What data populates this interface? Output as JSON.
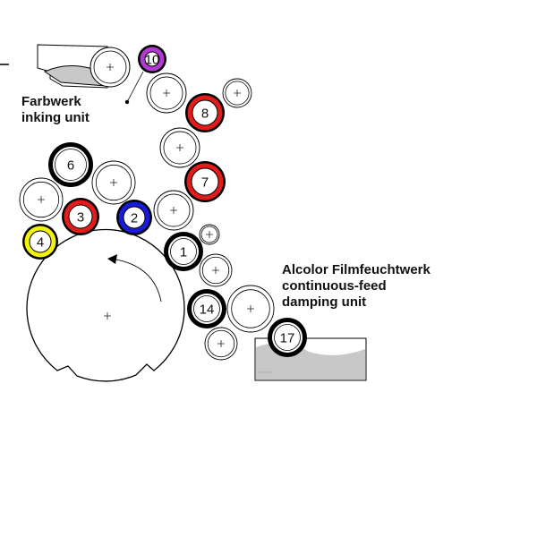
{
  "labels": {
    "inking_de": "Farbwerk",
    "inking_en": "inking unit",
    "damping_de": "Alcolor Filmfeuchtwerk",
    "damping_en1": "continuous-feed",
    "damping_en2": "damping unit"
  },
  "rollers": {
    "r1": "1",
    "r2": "2",
    "r3": "3",
    "r4": "4",
    "r6": "6",
    "r7": "7",
    "r8": "8",
    "r10": "10",
    "r14": "14",
    "r17": "17"
  },
  "colors": {
    "red": "#e31b1b",
    "blue": "#1a1adb",
    "yellow": "#f2f20a",
    "purple": "#b23ad1",
    "black": "#000000",
    "trough_fill": "#c8c8c8"
  }
}
